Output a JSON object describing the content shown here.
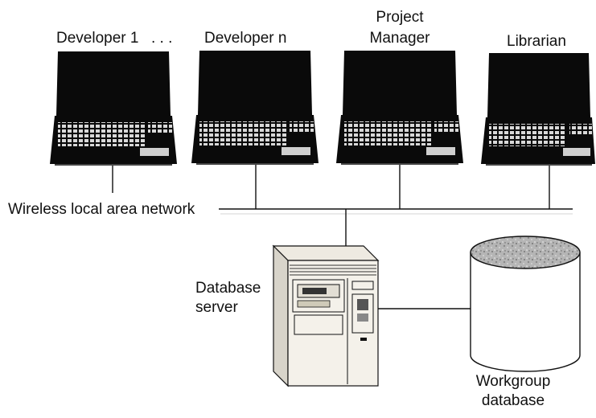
{
  "nodes": {
    "developer_1": {
      "label": "Developer 1"
    },
    "ellipsis": {
      "label": ". . ."
    },
    "developer_n": {
      "label": "Developer n"
    },
    "project_manager": {
      "label_line1": "Project",
      "label_line2": "Manager"
    },
    "librarian": {
      "label": "Librarian"
    },
    "database_server": {
      "label_line1": "Database",
      "label_line2": "server"
    },
    "workgroup_database": {
      "label_line1": "Workgroup",
      "label_line2": "database"
    }
  },
  "network": {
    "label": "Wireless local area network"
  },
  "colors": {
    "line": "#111111",
    "laptop_body": "#0a0a0a",
    "keys": "#d8d8d8",
    "server_body": "#f4f1ea",
    "db_top": "#b8b8b8"
  }
}
